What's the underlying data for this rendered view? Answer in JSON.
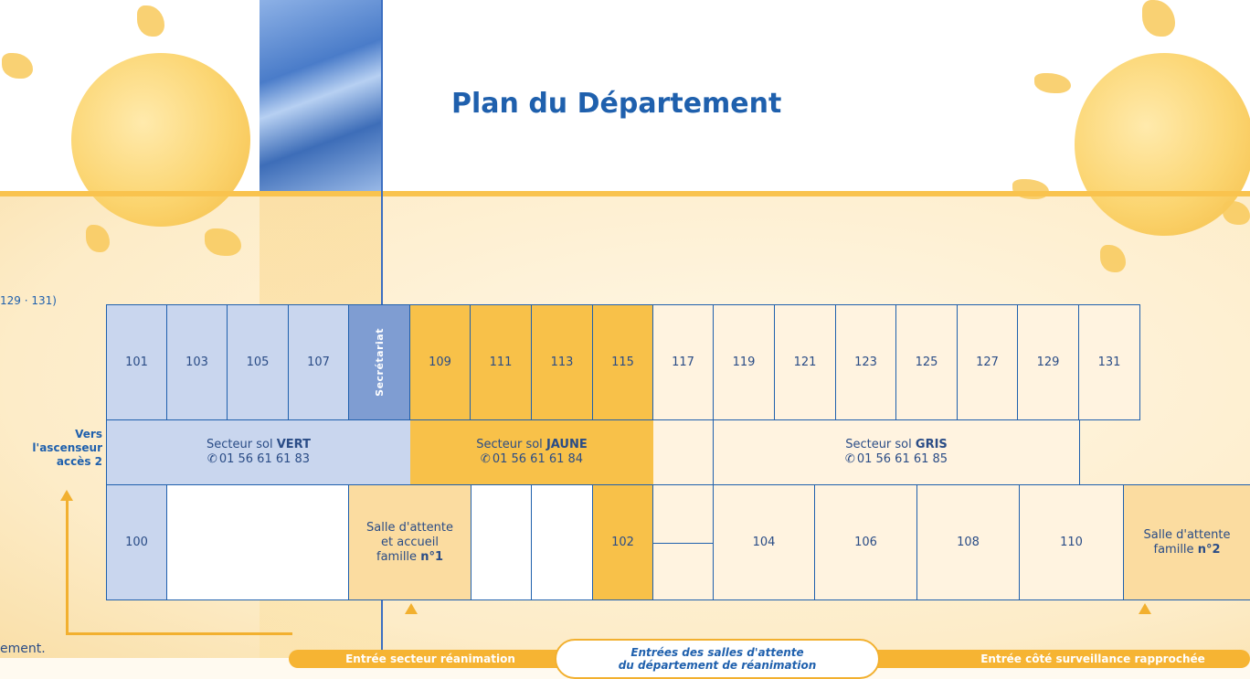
{
  "title": "Plan du Département",
  "side_text_top": "129 · 131)",
  "elevator": {
    "line1": "Vers",
    "line2": "l'ascenseur",
    "line3": "accès 2"
  },
  "bottom_left_fragment": "ement.",
  "top_rooms": [
    "101",
    "103",
    "105",
    "107",
    "Secrétariat",
    "109",
    "111",
    "113",
    "115",
    "117",
    "119",
    "121",
    "123",
    "125",
    "127",
    "129",
    "131"
  ],
  "sectors": {
    "vert": {
      "label": "Secteur sol",
      "name": "VERT",
      "phone": "01 56 61 61 83"
    },
    "jaune": {
      "label": "Secteur sol",
      "name": "JAUNE",
      "phone": "01 56 61 61 84"
    },
    "gris": {
      "label": "Secteur sol",
      "name": "GRIS",
      "phone": "01 56 61 61 85"
    }
  },
  "bottom_rooms": {
    "r100": "100",
    "salle1": {
      "l1": "Salle d'attente",
      "l2": "et accueil",
      "l3": "famille",
      "num": "n°1"
    },
    "r102": "102",
    "r104": "104",
    "r106": "106",
    "r108": "108",
    "r110": "110",
    "salle2": {
      "l1": "Salle d'attente",
      "l2": "famille",
      "num": "n°2"
    }
  },
  "entrances": {
    "reanimation": "Entrée secteur réanimation",
    "waiting_l1": "Entrées des salles d'attente",
    "waiting_l2": "du département de réanimation",
    "surveillance": "Entrée côté surveillance rapprochée"
  },
  "colors": {
    "blue": "#c9d6ee",
    "orange": "#f8c149",
    "cream": "#fff3e0",
    "title": "#1f60ad"
  }
}
